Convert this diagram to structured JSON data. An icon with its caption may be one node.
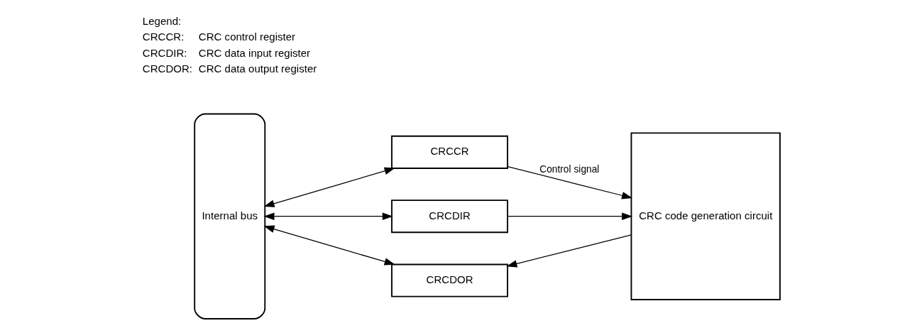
{
  "diagram": {
    "nodes": [
      {
        "text": [
          "Internal bus"
        ]
      },
      {
        "text": [
          "CRCCR"
        ]
      },
      {
        "text": [
          "CRCDIR"
        ]
      },
      {
        "text": [
          "CRCDOR"
        ]
      },
      {
        "text": [
          "CRC code generation circuit"
        ]
      }
    ],
    "edges": [
      {
        "from": 0,
        "to": 1,
        "arrow": "both"
      },
      {
        "from": 1,
        "to": 4,
        "arrow": "to",
        "label": "Control signal"
      },
      {
        "from": 0,
        "to": 2,
        "arrow": "both"
      },
      {
        "from": 2,
        "to": 4,
        "arrow": "to"
      },
      {
        "from": 0,
        "to": 3,
        "arrow": "both"
      },
      {
        "from": 4,
        "to": 3,
        "arrow": "to"
      }
    ],
    "labels": [
      "Legend:",
      "CRCCR:",
      "CRC control register",
      "CRCDIR:",
      "CRC data input register",
      "CRCDOR:",
      "CRC data output register"
    ]
  }
}
